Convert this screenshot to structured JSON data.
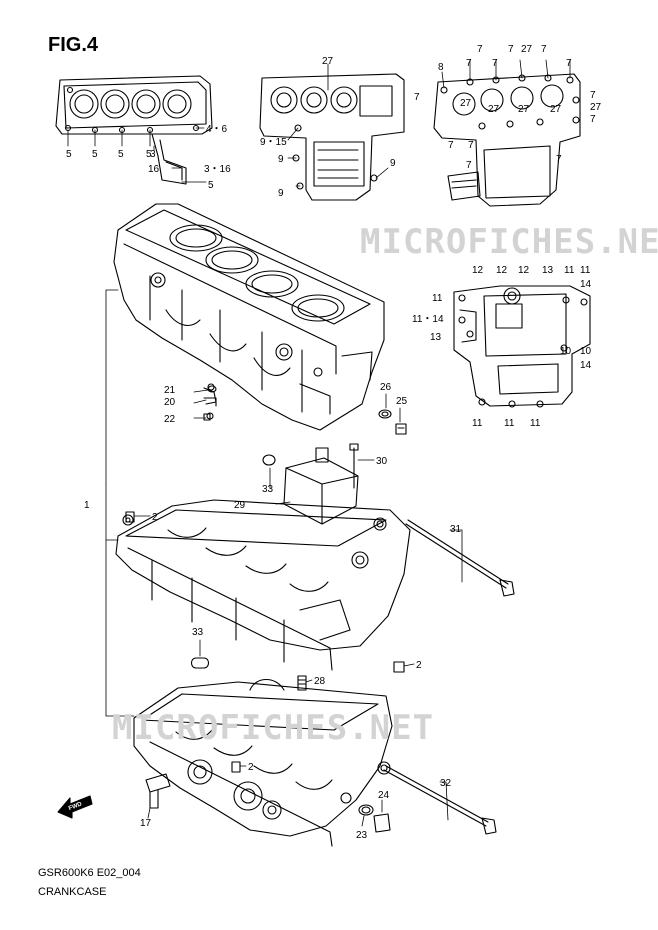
{
  "figure": {
    "title": "FIG.4",
    "code": "GSR600K6 E02_004",
    "name": "CRANKCASE"
  },
  "watermark": {
    "text_top": "MICROFICHES.NET",
    "text_bottom": "MICROFICHES.NET"
  },
  "fwd_label": "FWD",
  "callouts": [
    {
      "id": "c1",
      "text": "5"
    },
    {
      "id": "c2",
      "text": "5"
    },
    {
      "id": "c3",
      "text": "5"
    },
    {
      "id": "c4",
      "text": "5"
    },
    {
      "id": "c5",
      "text": "4・6"
    },
    {
      "id": "c6",
      "text": "3"
    },
    {
      "id": "c7",
      "text": "16"
    },
    {
      "id": "c8",
      "text": "3・16"
    },
    {
      "id": "c9",
      "text": "5"
    },
    {
      "id": "c10",
      "text": "27"
    },
    {
      "id": "c11",
      "text": "9・15"
    },
    {
      "id": "c12",
      "text": "9"
    },
    {
      "id": "c13",
      "text": "9"
    },
    {
      "id": "c14",
      "text": "9"
    },
    {
      "id": "c15",
      "text": "8"
    },
    {
      "id": "c16",
      "text": "7"
    },
    {
      "id": "c17",
      "text": "7"
    },
    {
      "id": "c18",
      "text": "7"
    },
    {
      "id": "c19",
      "text": "27"
    },
    {
      "id": "c20",
      "text": "7"
    },
    {
      "id": "c21",
      "text": "7"
    },
    {
      "id": "c22",
      "text": "7"
    },
    {
      "id": "c23",
      "text": "7"
    },
    {
      "id": "c24",
      "text": "27"
    },
    {
      "id": "c25",
      "text": "27"
    },
    {
      "id": "c26",
      "text": "27"
    },
    {
      "id": "c27",
      "text": "27"
    },
    {
      "id": "c28",
      "text": "7"
    },
    {
      "id": "c29",
      "text": "27"
    },
    {
      "id": "c30",
      "text": "7"
    },
    {
      "id": "c31",
      "text": "7"
    },
    {
      "id": "c32",
      "text": "7"
    },
    {
      "id": "c33",
      "text": "7"
    },
    {
      "id": "c34",
      "text": "7"
    },
    {
      "id": "c35",
      "text": "12"
    },
    {
      "id": "c36",
      "text": "12"
    },
    {
      "id": "c37",
      "text": "12"
    },
    {
      "id": "c38",
      "text": "13"
    },
    {
      "id": "c39",
      "text": "11"
    },
    {
      "id": "c40",
      "text": "11"
    },
    {
      "id": "c41",
      "text": "14"
    },
    {
      "id": "c42",
      "text": "11"
    },
    {
      "id": "c43",
      "text": "11・14"
    },
    {
      "id": "c44",
      "text": "13"
    },
    {
      "id": "c45",
      "text": "10"
    },
    {
      "id": "c46",
      "text": "10"
    },
    {
      "id": "c47",
      "text": "14"
    },
    {
      "id": "c48",
      "text": "11"
    },
    {
      "id": "c49",
      "text": "11"
    },
    {
      "id": "c50",
      "text": "11"
    },
    {
      "id": "c51",
      "text": "21"
    },
    {
      "id": "c52",
      "text": "20"
    },
    {
      "id": "c53",
      "text": "22"
    },
    {
      "id": "c54",
      "text": "26"
    },
    {
      "id": "c55",
      "text": "25"
    },
    {
      "id": "c56",
      "text": "30"
    },
    {
      "id": "c57",
      "text": "33"
    },
    {
      "id": "c58",
      "text": "29"
    },
    {
      "id": "c59",
      "text": "1"
    },
    {
      "id": "c60",
      "text": "2"
    },
    {
      "id": "c61",
      "text": "31"
    },
    {
      "id": "c62",
      "text": "33"
    },
    {
      "id": "c63",
      "text": "2"
    },
    {
      "id": "c64",
      "text": "28"
    },
    {
      "id": "c65",
      "text": "2"
    },
    {
      "id": "c66",
      "text": "32"
    },
    {
      "id": "c67",
      "text": "24"
    },
    {
      "id": "c68",
      "text": "17"
    },
    {
      "id": "c69",
      "text": "23"
    }
  ]
}
